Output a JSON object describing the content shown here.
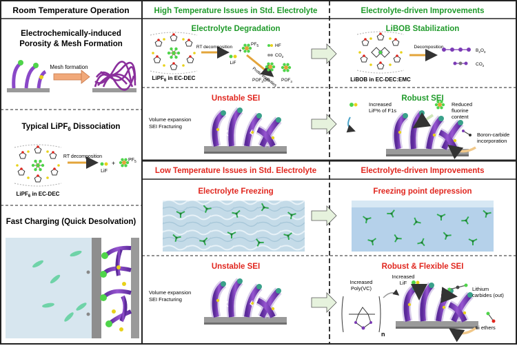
{
  "left": {
    "header": "Room Temperature Operation",
    "porosity": {
      "title_line1": "Electrochemically-induced",
      "title_line2": "Porosity & Mesh Formation",
      "arrow_label": "Mesh formation"
    },
    "dissociation": {
      "title_prefix": "Typical LiPF",
      "title_sub": "6",
      "title_suffix": " Dissociation",
      "rt_label": "RT decomposition",
      "lif": "LiF",
      "pf5": "PF",
      "pf5_sub": "5",
      "salt_prefix": "LiPF",
      "salt_sub": "6",
      "salt_suffix": " in  EC-DEC"
    },
    "fast_charging": {
      "title": "Fast Charging (Quick Desolvation)"
    }
  },
  "high_temp": {
    "header_issues": "High Temperature Issues in Std. Electrolyte",
    "header_improve": "Electrolyte-driven Improvements",
    "degradation": {
      "title": "Electrolyte Degradation",
      "rt_label": "RT decomposition",
      "lif": "LiF",
      "pf5": "PF",
      "pf5_sub": "5",
      "protic": "Protic impurities",
      "hf": "HF",
      "co2": "CO",
      "co2_sub": "2",
      "pof3or": "POF",
      "pof3or_sub": "3",
      "pof3or_suffix": "OR",
      "pof3": "POF",
      "pof3_sub": "3",
      "salt_prefix": "LiPF",
      "salt_sub": "6",
      "salt_suffix": " in  EC-DEC"
    },
    "libob": {
      "title": "LiBOB Stabilization",
      "decomposition": "Decomposition",
      "b2o3": "B",
      "b2o3_sub1": "2",
      "b2o3_mid": "O",
      "b2o3_sub2": "3",
      "co2": "CO",
      "co2_sub": "2",
      "salt": "LiBOB in  EC-DEC:EMC"
    },
    "unstable_sei": {
      "title": "Unstable SEI",
      "line1": "Volume expansion",
      "line2": "SEI Fracturing"
    },
    "robust_sei": {
      "title": "Robust SEI",
      "increased_line1": "Increased",
      "increased_line2": "LiF% of F1s",
      "reduced_line1": "Reduced",
      "reduced_line2": "fluorine",
      "reduced_line3": "content",
      "boron_line1": "Boron-carbide",
      "boron_line2": "incorporation"
    }
  },
  "low_temp": {
    "header_issues": "Low Temperature Issues in Std. Electrolyte",
    "header_improve": "Electrolyte-driven Improvements",
    "freezing": {
      "title": "Electrolyte Freezing"
    },
    "fp_depression": {
      "title": "Freezing point depression"
    },
    "unstable_sei": {
      "title": "Unstable SEI",
      "line1": "Volume expansion",
      "line2": "SEI Fracturing"
    },
    "robust_flexible": {
      "title": "Robust & Flexible SEI",
      "poly_line1": "Increased",
      "poly_line2": "Poly(VC)",
      "lif_line1": "Increased",
      "lif_line2": "LiF",
      "carb_line1": "Lithium",
      "carb_line2": "carbides (out)",
      "ethers": "Li ethers",
      "n": "n"
    }
  },
  "colors": {
    "green_title": "#1f9a2a",
    "red_title": "#e0261e",
    "purple": "#7b3bb5",
    "light_purple": "#b9a6d8",
    "molecule_green": "#4fd44a",
    "molecule_yellow": "#e8d21a",
    "substrate": "#9a9a9a",
    "ice": "#b9d6e6"
  }
}
